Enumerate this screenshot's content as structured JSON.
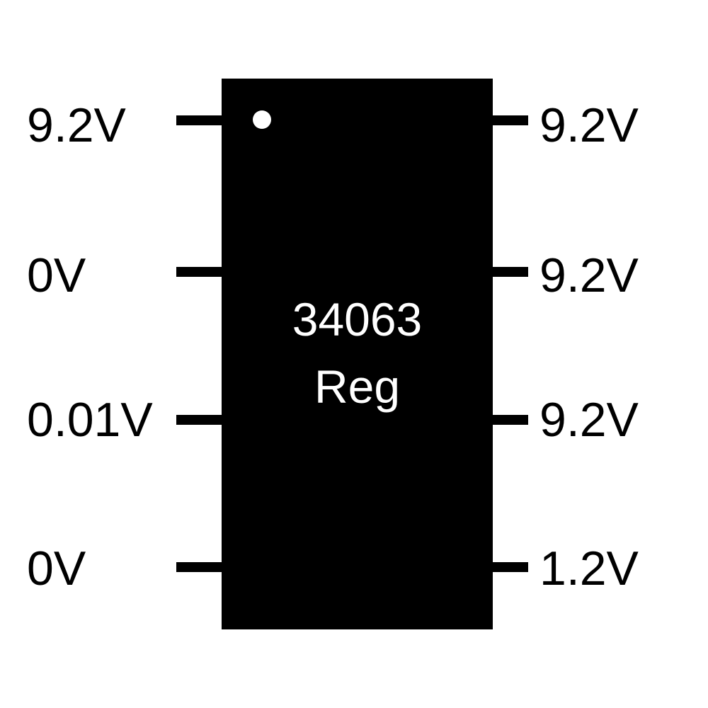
{
  "chip": {
    "part_number": "34063",
    "function_label": "Reg"
  },
  "left_pins": [
    {
      "voltage": "9.2V"
    },
    {
      "voltage": "0V"
    },
    {
      "voltage": "0.01V"
    },
    {
      "voltage": "0V"
    }
  ],
  "right_pins": [
    {
      "voltage": "9.2V"
    },
    {
      "voltage": "9.2V"
    },
    {
      "voltage": "9.2V"
    },
    {
      "voltage": "1.2V"
    }
  ]
}
